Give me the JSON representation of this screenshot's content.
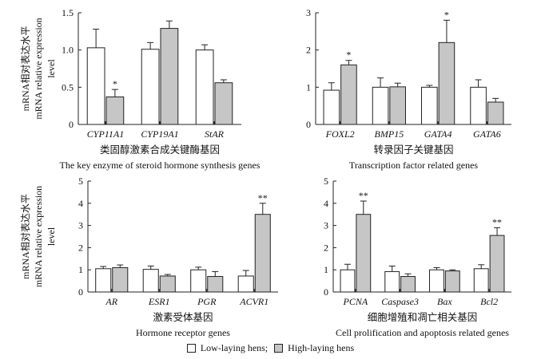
{
  "colors": {
    "low": "#ffffff",
    "high": "#c6c6c6",
    "stroke": "#222222"
  },
  "legend": {
    "low": "Low-laying hens;",
    "high": "High-laying hens"
  },
  "chart_data": [
    {
      "type": "bar",
      "ylabel_cn": "mRNA相对表达水平",
      "ylabel_en": "mRNA relative expression",
      "ylabel_en2": "level",
      "xlabel_cn": "类固醇激素合成关键酶基因",
      "xlabel_en": "The key enzyme of steroid hormone synthesis genes",
      "categories": [
        "CYP11A1",
        "CYP19A1",
        "StAR"
      ],
      "ylim": [
        0,
        1.5
      ],
      "yticks": [
        "0",
        "0.5",
        "1.0",
        "1.5"
      ],
      "tickvals": [
        0,
        0.5,
        1.0,
        1.5
      ],
      "series": [
        {
          "name": "Low-laying hens",
          "values": [
            1.03,
            1.01,
            1.0
          ],
          "errors": [
            0.25,
            0.09,
            0.07
          ]
        },
        {
          "name": "High-laying hens",
          "values": [
            0.37,
            1.29,
            0.56
          ],
          "errors": [
            0.1,
            0.1,
            0.04
          ]
        }
      ],
      "annotations": [
        {
          "category": 0,
          "series": 1,
          "text": "*"
        }
      ]
    },
    {
      "type": "bar",
      "xlabel_cn": "转录因子关键基因",
      "xlabel_en": "Transcription factor related genes",
      "categories": [
        "FOXL2",
        "BMP15",
        "GATA4",
        "GATA6"
      ],
      "ylim": [
        0,
        3
      ],
      "yticks": [
        "0",
        "1",
        "2",
        "3"
      ],
      "tickvals": [
        0,
        1,
        2,
        3
      ],
      "series": [
        {
          "name": "Low-laying hens",
          "values": [
            0.92,
            1.0,
            1.0,
            1.0
          ],
          "errors": [
            0.2,
            0.25,
            0.05,
            0.2
          ]
        },
        {
          "name": "High-laying hens",
          "values": [
            1.6,
            1.01,
            2.2,
            0.6
          ],
          "errors": [
            0.12,
            0.1,
            0.6,
            0.1
          ]
        }
      ],
      "annotations": [
        {
          "category": 0,
          "series": 1,
          "text": "*"
        },
        {
          "category": 2,
          "series": 1,
          "text": "*"
        }
      ]
    },
    {
      "type": "bar",
      "ylabel_cn": "mRNA相对表达水平",
      "ylabel_en": "mRNA relative expression",
      "ylabel_en2": "level",
      "xlabel_cn": "激素受体基因",
      "xlabel_en": "Hormone receptor genes",
      "categories": [
        "AR",
        "ESR1",
        "PGR",
        "ACVR1"
      ],
      "ylim": [
        0,
        5
      ],
      "yticks": [
        "0",
        "1",
        "2",
        "3",
        "4",
        "5"
      ],
      "tickvals": [
        0,
        1,
        2,
        3,
        4,
        5
      ],
      "series": [
        {
          "name": "Low-laying hens",
          "values": [
            1.05,
            1.02,
            1.0,
            0.72
          ],
          "errors": [
            0.1,
            0.15,
            0.12,
            0.25
          ]
        },
        {
          "name": "High-laying hens",
          "values": [
            1.1,
            0.72,
            0.7,
            3.5
          ],
          "errors": [
            0.12,
            0.07,
            0.22,
            0.5
          ]
        }
      ],
      "annotations": [
        {
          "category": 3,
          "series": 1,
          "text": "**"
        }
      ]
    },
    {
      "type": "bar",
      "xlabel_cn": "细胞增殖和凋亡相关基因",
      "xlabel_en": "Cell prolification and apoptosis related genes",
      "categories": [
        "PCNA",
        "Caspase3",
        "Bax",
        "Bcl2"
      ],
      "ylim": [
        0,
        5
      ],
      "yticks": [
        "0",
        "1",
        "2",
        "3",
        "4",
        "5"
      ],
      "tickvals": [
        0,
        1,
        2,
        3,
        4,
        5
      ],
      "series": [
        {
          "name": "Low-laying hens",
          "values": [
            1.0,
            0.92,
            1.0,
            1.05
          ],
          "errors": [
            0.25,
            0.25,
            0.1,
            0.18
          ]
        },
        {
          "name": "High-laying hens",
          "values": [
            3.5,
            0.7,
            0.95,
            2.55
          ],
          "errors": [
            0.6,
            0.12,
            0.05,
            0.35
          ]
        }
      ],
      "annotations": [
        {
          "category": 0,
          "series": 1,
          "text": "**"
        },
        {
          "category": 3,
          "series": 1,
          "text": "**"
        }
      ]
    }
  ]
}
